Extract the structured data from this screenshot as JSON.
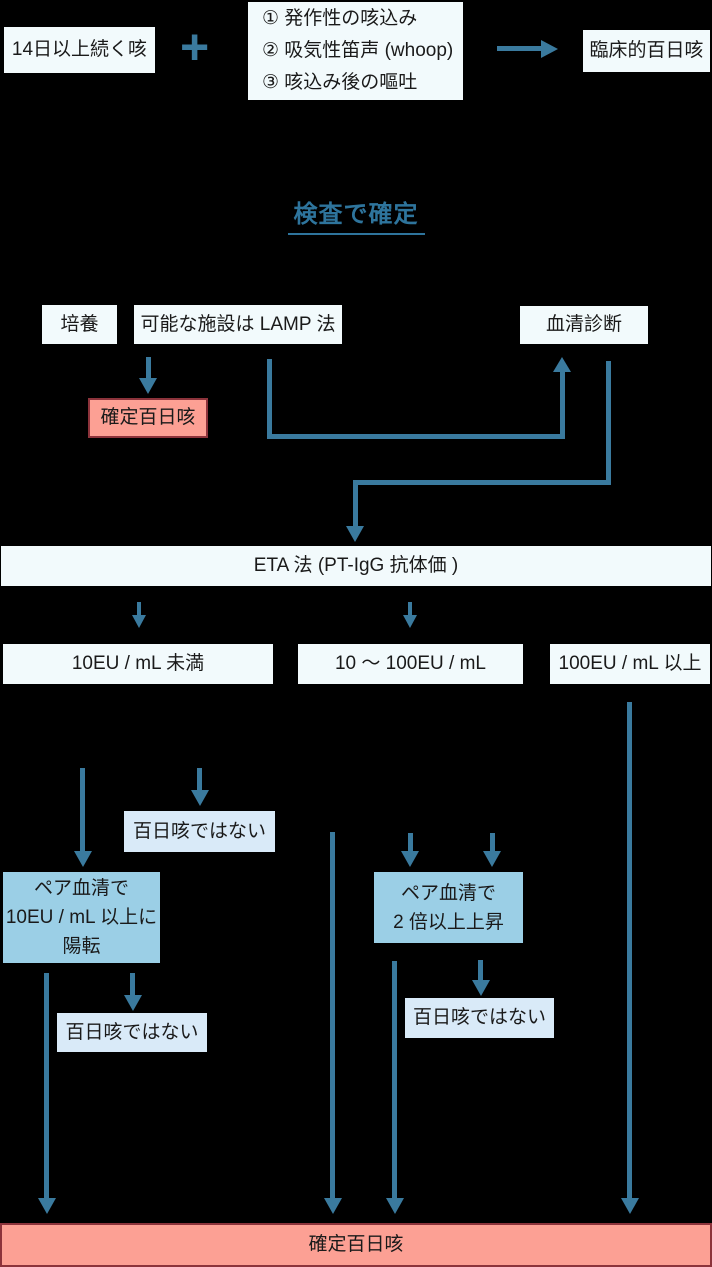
{
  "colors": {
    "background": "#000000",
    "arrow": "#3A7A9E",
    "boxbg": "#F2FAFC",
    "lightblue": "#D9EAF8",
    "medblue": "#9BCFE6",
    "pink": "#FCA094",
    "pinkborder": "#8C333B",
    "titleblue": "#2E749C",
    "text": "#1A1A1A"
  },
  "intro": {
    "cough_label": "14日以上続く咳",
    "plus_sign": "+",
    "symptoms": [
      "① 発作性の咳込み",
      "② 吸気性笛声 (whoop)",
      "③ 咳込み後の嘔吐"
    ],
    "clinical_label": "臨床的百日咳"
  },
  "section_title": "検査で確定",
  "tests": {
    "culture_label": "培養",
    "lamp_label": "可能な施設は LAMP 法",
    "serology_label": "血清診断",
    "confirmed_label": "確定百日咳"
  },
  "eta": {
    "label": "ETA 法 (PT-IgG 抗体価 )",
    "ranges": {
      "low": "10EU / mL 未満",
      "mid": "10 〜 100EU / mL",
      "high": "100EU / mL 以上"
    }
  },
  "outcomes": {
    "not_pertussis_1": "百日咳ではない",
    "pair_serum_low": [
      "ペア血清で",
      "10EU / mL 以上に",
      "陽転"
    ],
    "not_pertussis_2": "百日咳ではない",
    "pair_serum_mid": [
      "ペア血清で",
      "2 倍以上上昇"
    ],
    "not_pertussis_3": "百日咳ではない",
    "final_confirmed": "確定百日咳"
  }
}
